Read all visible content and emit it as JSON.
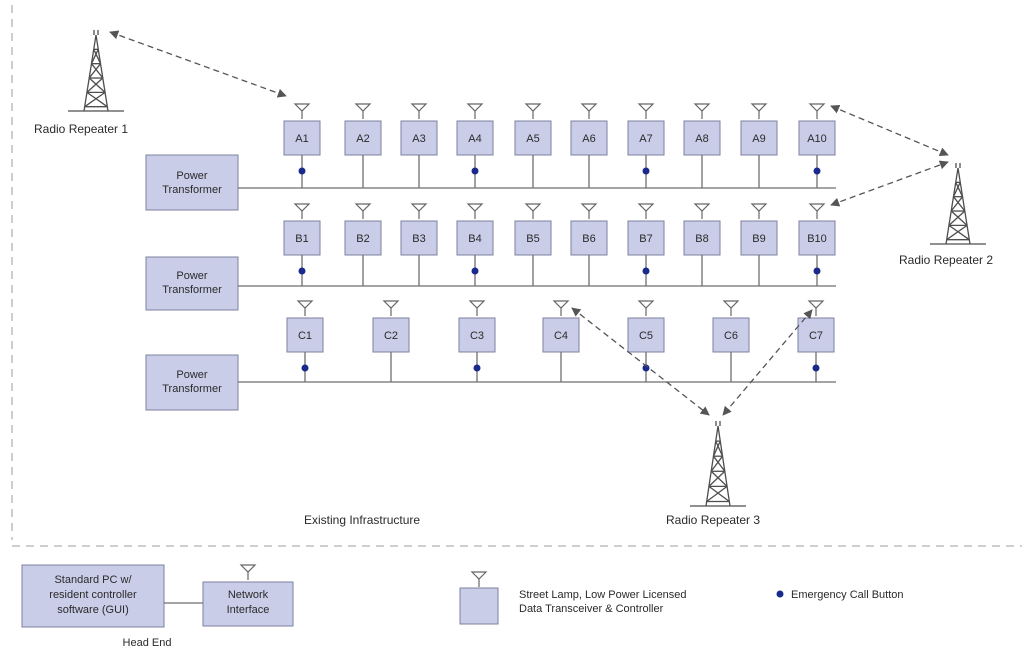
{
  "repeaters": {
    "r1": "Radio Repeater 1",
    "r2": "Radio Repeater 2",
    "r3": "Radio Repeater 3"
  },
  "transformer_lines": [
    "Power",
    "Transformer"
  ],
  "rows": {
    "a": [
      "A1",
      "A2",
      "A3",
      "A4",
      "A5",
      "A6",
      "A7",
      "A8",
      "A9",
      "A10"
    ],
    "b": [
      "B1",
      "B2",
      "B3",
      "B4",
      "B5",
      "B6",
      "B7",
      "B8",
      "B9",
      "B10"
    ],
    "c": [
      "C1",
      "C2",
      "C3",
      "C4",
      "C5",
      "C6",
      "C7"
    ]
  },
  "infrastructure_label": "Existing Infrastructure",
  "head_end": {
    "pc_lines": [
      "Standard PC w/",
      "resident controller",
      "software (GUI)"
    ],
    "network_lines": [
      "Network",
      "Interface"
    ],
    "label": "Head End"
  },
  "legend": {
    "lamp_lines": [
      "Street Lamp, Low Power Licensed",
      "Data Transceiver & Controller"
    ],
    "emergency": "Emergency Call Button"
  }
}
